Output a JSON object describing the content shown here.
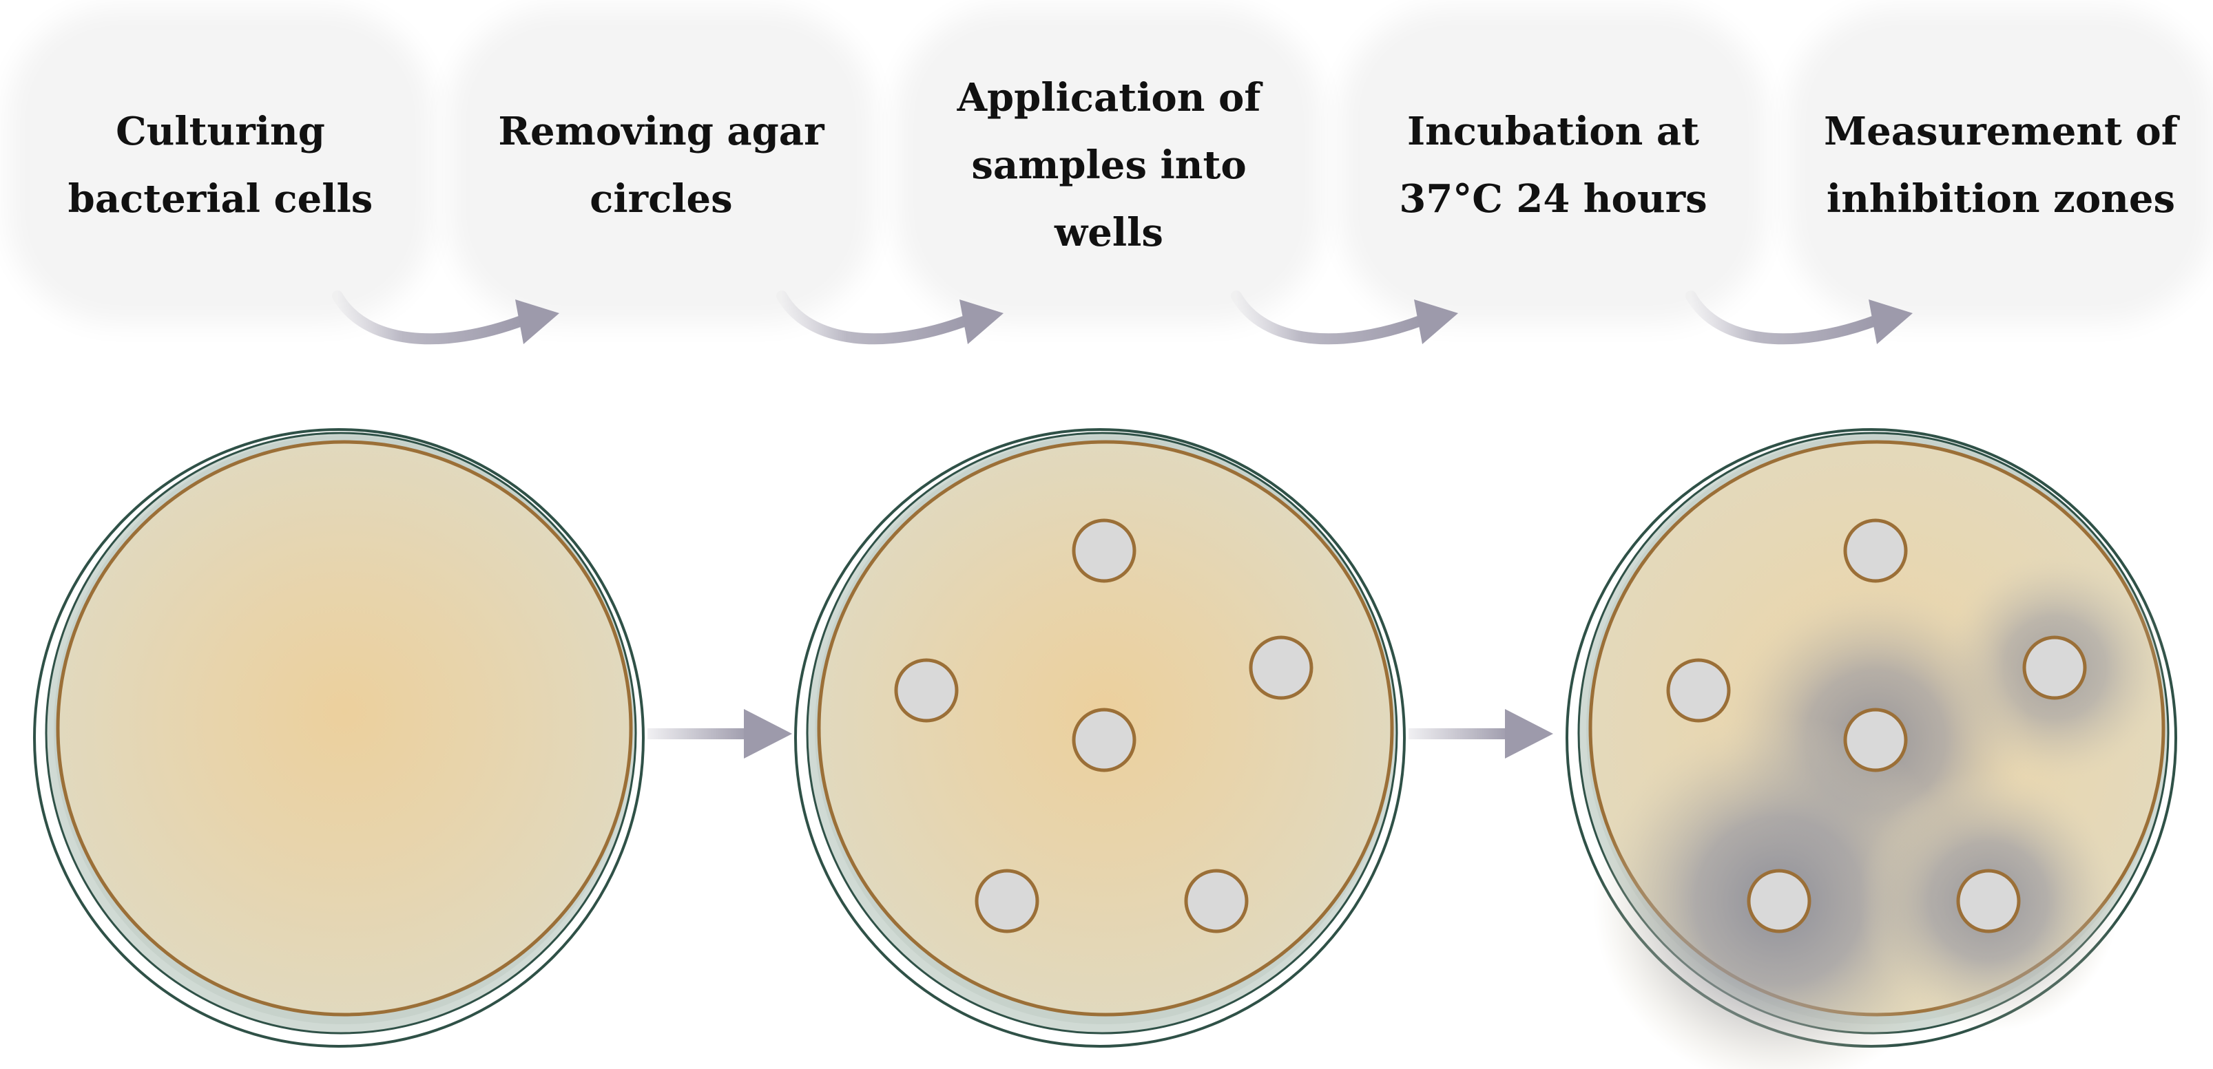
{
  "steps": [
    {
      "label": "Culturing\nbacterial cells"
    },
    {
      "label": "Removing agar\ncircles"
    },
    {
      "label": "Application of\nsamples into\nwells"
    },
    {
      "label": "Incubation at\n37°C 24 hours"
    },
    {
      "label": "Measurement of\ninhibition zones"
    }
  ],
  "plates": [
    {
      "name": "culture-plate",
      "wells": 0
    },
    {
      "name": "wells-plate",
      "wells": 6
    },
    {
      "name": "inhibition-plate",
      "wells": 6
    }
  ],
  "colors": {
    "box_fill": "#f4f4f4",
    "arrow": "#9d9aab",
    "agar_center": "#ebcf9e",
    "agar_edge": "#e2d9bf",
    "agar_rim": "#9b6f37",
    "dish_rim": "#2f5147",
    "dish_inner": "#c8d3cc",
    "well_fill": "#d9d9d9",
    "well_stroke": "#9b6f37",
    "inhibition_zone": "#8a8c98"
  }
}
